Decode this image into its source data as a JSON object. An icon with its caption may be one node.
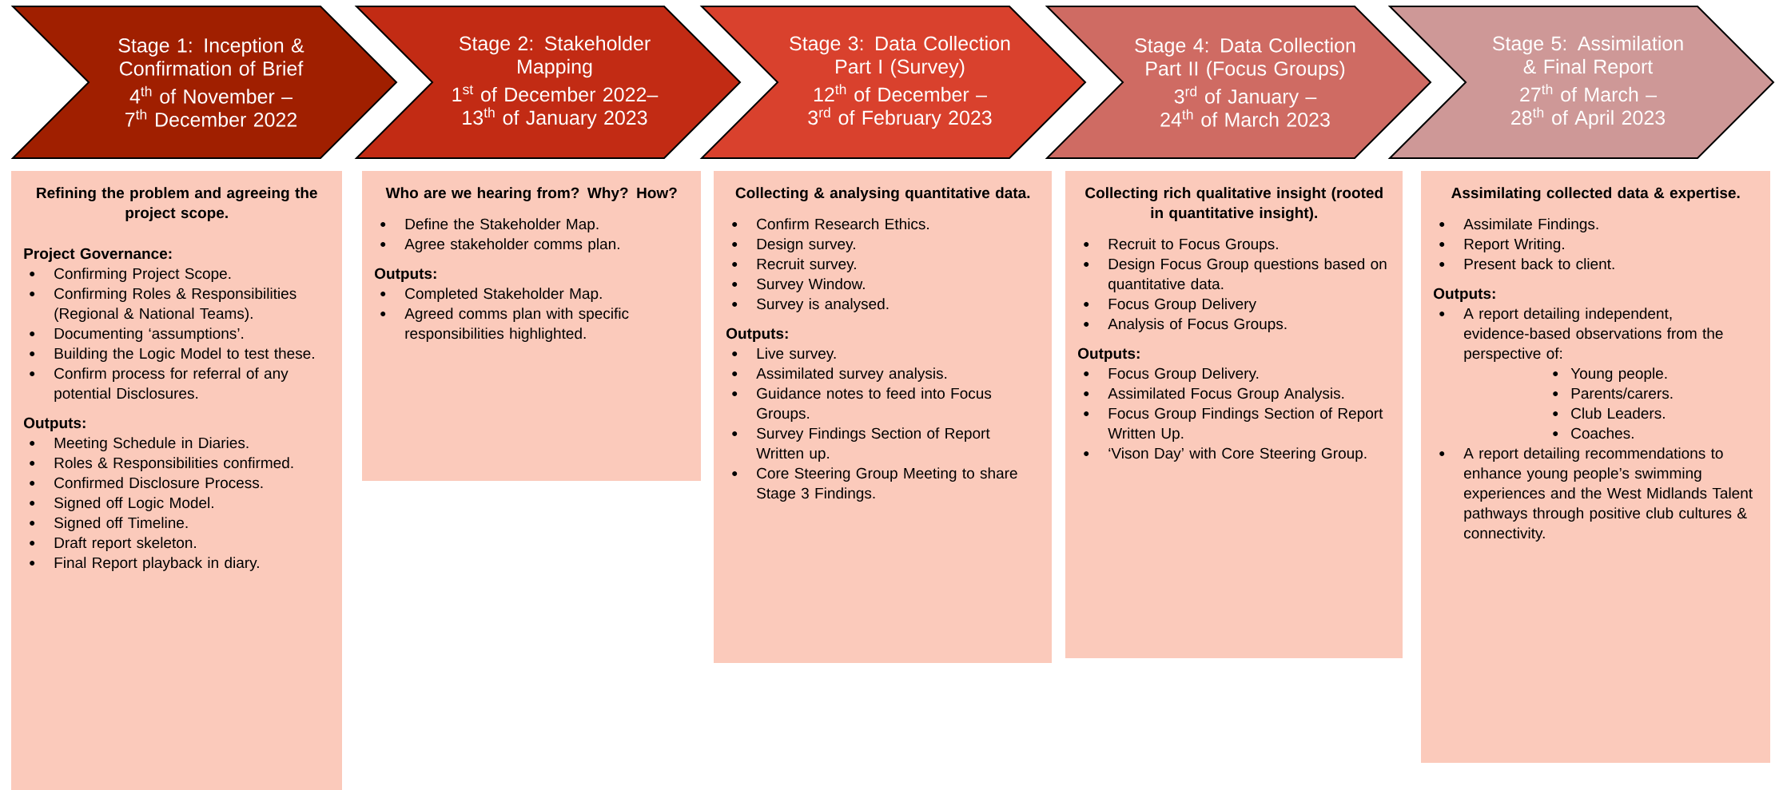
{
  "diagram": {
    "nodes": [
      {
        "text": [
          "Stage 1: Inception & Confirmation of Brief",
          "4$^{th}$ of November – 7$^{th}$ December 2022"
        ]
      },
      {
        "text": [
          "Stage 2: Stakeholder Mapping",
          "1$^{st}$ of December 2022– 13$^{th}$ of January 2023"
        ]
      },
      {
        "text": [
          "Stage 3: Data Collection Part I (Survey)",
          "12$^{th}$ of December – 3$^{rd}$ of February 2023"
        ]
      },
      {
        "text": [
          "Stage 4: Data Collection Part II (Focus Groups)",
          "3$^{rd}$ of January – 24$^{th}$ of March 2023"
        ]
      },
      {
        "text": [
          "Stage 5: Assimilation & Final Report",
          "27$^{th}$ of March – 28$^{th}$ of April 2023"
        ]
      },
      {
        "text": [
          "Refining the problem and agreeing the project scope.",
          "Project Governance:",
          "Confirming Project Scope.",
          "Confirming Roles & Responsibilities (Regional & National Teams).",
          "Documenting ‘assumptions’.",
          "Building the Logic Model to test these.",
          "Confirm process for referral of any potential Disclosures.",
          "Outputs:",
          "Meeting Schedule in Diaries.",
          "Roles & Responsibilities confirmed.",
          "Confirmed Disclosure Process.",
          "Signed off Logic Model.",
          "Signed off Timeline.",
          "Draft report skeleton.",
          "Final Report playback in diary."
        ]
      },
      {
        "text": [
          "Who are we hearing from? Why? How?",
          "Define the Stakeholder Map.",
          "Agree stakeholder comms plan.",
          "Outputs:",
          "Completed Stakeholder Map.",
          "Agreed comms plan with specific responsibilities highlighted."
        ]
      },
      {
        "text": [
          "Collecting & analysing quantitative data.",
          "Confirm Research Ethics.",
          "Design survey.",
          "Recruit survey.",
          "Survey Window.",
          "Survey is analysed.",
          "Outputs:",
          "Live survey.",
          "Assimilated survey analysis.",
          "Guidance notes to feed into Focus Groups.",
          "Survey Findings Section of Report Written up.",
          "Core Steering Group Meeting to share Stage 3 Findings."
        ]
      },
      {
        "text": [
          "Collecting rich qualitative insight (rooted in quantitative insight).",
          "Recruit to Focus Groups.",
          "Design Focus Group questions based on quantitative data.",
          "Focus Group Delivery",
          "Analysis of Focus Groups.",
          "Outputs:",
          "Focus Group Delivery.",
          "Assimilated Focus Group Analysis.",
          "Focus Group Findings Section of Report Written Up.",
          "‘Vison Day’ with Core Steering Group."
        ]
      },
      {
        "text": [
          "Assimilating collected data & expertise.",
          "Assimilate Findings.",
          "Report Writing.",
          "Present back to client.",
          "Outputs:",
          "A report detailing independent, evidence-based observations from the perspective of:",
          "Young people.",
          "Parents/carers.",
          "Club Leaders.",
          "Coaches.",
          "A report detailing recommendations to enhance young people’s swimming experiences and the West Midlands Talent pathways through positive club cultures & connectivity."
        ]
      }
    ]
  }
}
